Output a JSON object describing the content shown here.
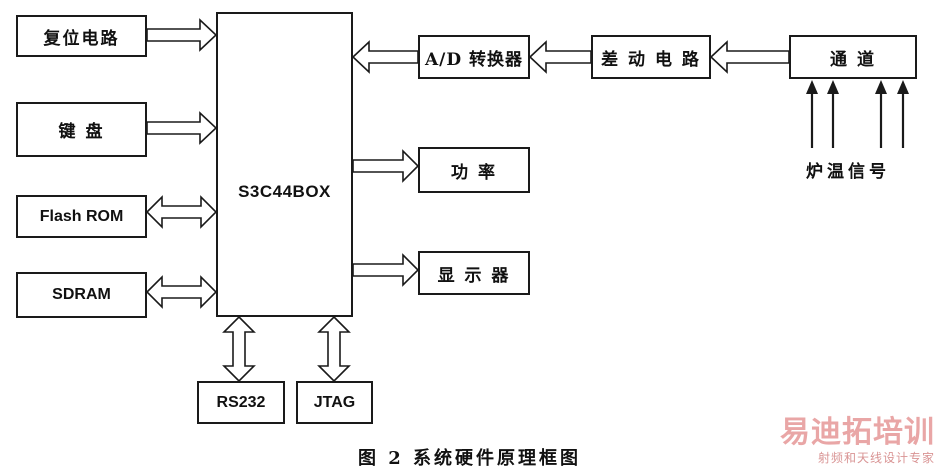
{
  "diagram": {
    "cpu_label": "S3C44BOX",
    "blocks": {
      "reset": "复位电路",
      "keyboard": "键 盘",
      "flash": "Flash ROM",
      "sdram": "SDRAM",
      "rs232": "RS232",
      "jtag": "JTAG",
      "adc": "A/D 转换器",
      "diff": "差 动 电 路",
      "channel": "通  道",
      "power": "功 率",
      "display": "显 示 器"
    },
    "signal_label": "炉温信号",
    "caption": "图 2  系统硬件原理框图"
  },
  "watermark": {
    "main": "易迪拓培训",
    "sub": "射频和天线设计专家"
  }
}
